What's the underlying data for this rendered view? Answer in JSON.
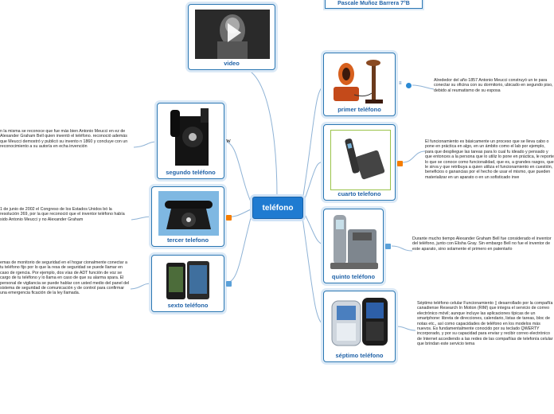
{
  "header": {
    "author": "Pascale Muñoz Barrera 7°B"
  },
  "center": {
    "label": "teléfono"
  },
  "nodes": {
    "video": {
      "label": "video"
    },
    "primer": {
      "label": "primer teléfono"
    },
    "segundo": {
      "label": "segundo teléfono"
    },
    "tercer": {
      "label": "tercer telefono"
    },
    "cuarto": {
      "label": "cuarto telefono"
    },
    "quinto": {
      "label": "quinto teléfono"
    },
    "sexto": {
      "label": "sexto teléfono"
    },
    "septimo": {
      "label": "séptimo teléfono"
    }
  },
  "notes": {
    "primer": "Alrededor del año 1857 Antonio Meucci construyó un te para conectar su oficina con su dormitorio, ubicado en segundo piso, debido al reumatismo de su esposa",
    "cuarto": "El funcionamiento es básicamente un proceso que se lleva cabo o pone en práctica en algo, en un ámbito como el lab por ejemplo, para que despliegue las tareas para lo cual fu ideado y pensado y que entonces a la persona que lo utiliz lo pone en práctica, le reporte lo que se conoce como funcionalidad, que es, a grandes rasgos, que le sirva y que retribuya a quien utiliza el funcionamiento en cuestión, beneficios o ganancias por el hecho de usar el mismo, que pueden materializar en un aparato o en un sofisticado inve",
    "quinto": "Durante mucho tiempo Alexander Graham Bell fue considerado el inventor del teléfono, junto con Elisha Gray. Sin embargo Bell no fue el inventor de este aparato, sino solamente el primero en patentarlo",
    "septimo": "Séptimo teléfono celular Funcionamiento ▯ desarrollado por la compañía canadiense Research In Motion (RIM) que integra el servicio de correo electrónico móvil; aunque incluye las aplicaciones típicas de un smartphone: libreta de direcciones, calendario, listas de tareas, bloc de notas etc., así como capacidades de teléfono en los modelos más nuevos. Es fundamentalmente conocido por su teclado QWERTY incorporado, y por su capacidad para enviar y recibir correo electrónico de Internet accediendo a las redes de las compañías de telefonía celular que brindan este servicio tema",
    "segundo": "n la misma se reconoce que fue más bien Antonio Meucci en ez de Alexander Graham Bell quien inventó el teléfono. reconoció además que Meucci demostró y publicó su invento n 1860 y concluye con un reconocimiento a su autoría en echa invención",
    "tercer": "1 de junio de 2002 el Congreso de los Estados Unidos bó la resolución 269, por la que reconoció que el inventor teléfono había sido Antonio Meucci y no Alexander Graham",
    "sexto": "emas de monitorio de seguridad en el hogar cionalmente conectar a tu teléfono fijo por lo que la resa de seguridad se puede llamar en caso de rgencia. Por ejemplo, dos vías de ADT función de voz se cargo de tu teléfono y lo llama en caso de que su alarma spara. El personal de vigilancia se puede hablar con usted medio del panel del sistema de seguridad de comunicación y de control para confirmar una emergencia ficación de la ley llamada."
  },
  "icons": {
    "primer": "wordpress-icon",
    "segundo": "wikipedia-icon",
    "tercer": "blogger-icon",
    "cuarto": "blogger-icon",
    "quinto": "webpage-icon",
    "sexto": "webpage-icon",
    "septimo": "blogger-icon"
  },
  "colors": {
    "accent": "#1f7bd1",
    "border": "#2b77b3",
    "line": "#7aa6cf",
    "blogger": "#f57d00"
  }
}
